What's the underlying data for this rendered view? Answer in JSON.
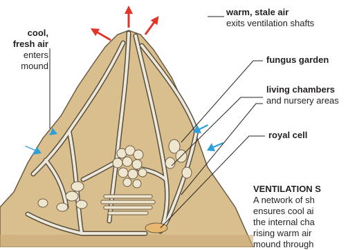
{
  "labels": {
    "cool_air_title_line1": "cool,",
    "cool_air_title_line2": "fresh air",
    "cool_air_desc_line1": "enters",
    "cool_air_desc_line2": "mound",
    "warm_air_title": "warm, stale air",
    "warm_air_desc": "exits ventilation shafts",
    "fungus_garden": "fungus garden",
    "living_chambers_title": "living chambers",
    "living_chambers_desc": "and nursery areas",
    "royal_cell": "royal cell"
  },
  "ventilation": {
    "heading": "VENTILATION S",
    "lines": [
      "A network of sh",
      "ensures cool ai",
      "the internal cha",
      "rising warm air",
      "mound through"
    ]
  },
  "colors": {
    "mound_fill": "#d9bf8e",
    "tunnel_stroke": "#ece8dc",
    "tunnel_outline": "#5a4e3c",
    "cool_arrow": "#2f9fd8",
    "warm_arrow": "#e2352a"
  }
}
